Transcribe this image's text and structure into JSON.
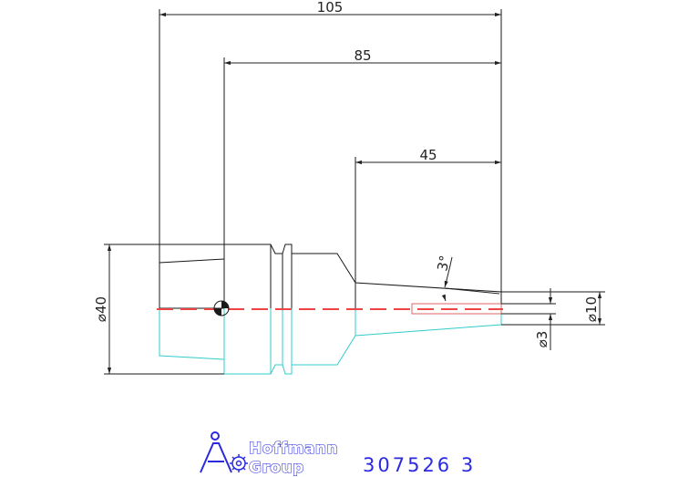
{
  "drawing": {
    "dimensions": {
      "overall_length": "105",
      "shank_length": "85",
      "tip_length": "45",
      "taper_angle": "3°",
      "body_diameter": "⌀40",
      "tip_diameter": "⌀10",
      "bore_diameter": "⌀3"
    },
    "colors": {
      "outline_upper": "#1a1a1a",
      "outline_lower": "#33cccc",
      "centerline": "#ee4444",
      "bore": "#dd6666",
      "brand": "#2a2ae0"
    }
  },
  "title_block": {
    "logo_line1": "Hoffmann",
    "logo_line2": "Group",
    "part_number": "307526 3"
  }
}
